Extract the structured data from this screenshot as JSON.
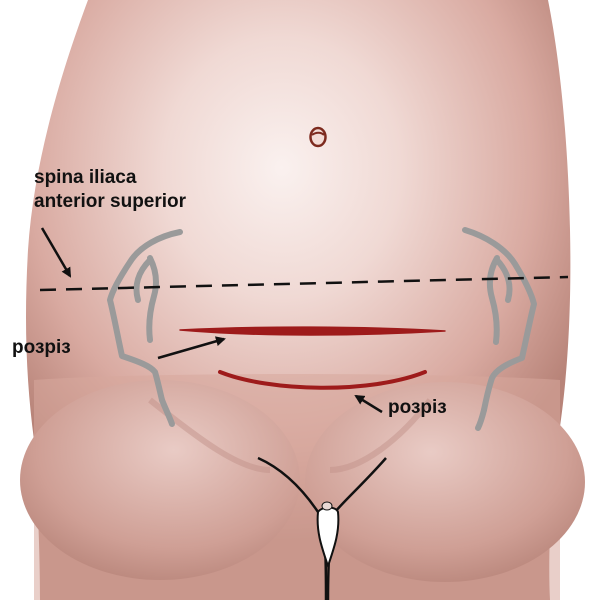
{
  "labels": {
    "spina_line1": "spina iliaca",
    "spina_line2": "anterior superior",
    "incision_left": "розріз",
    "incision_right": "розріз"
  },
  "colors": {
    "skin_light": "#f6e9e6",
    "skin_mid": "#dcaea4",
    "skin_dark": "#b7837a",
    "bone": "#9a9a9a",
    "incision": "#9e1b1b",
    "ink": "#111111",
    "navel": "#8a3a2a"
  }
}
